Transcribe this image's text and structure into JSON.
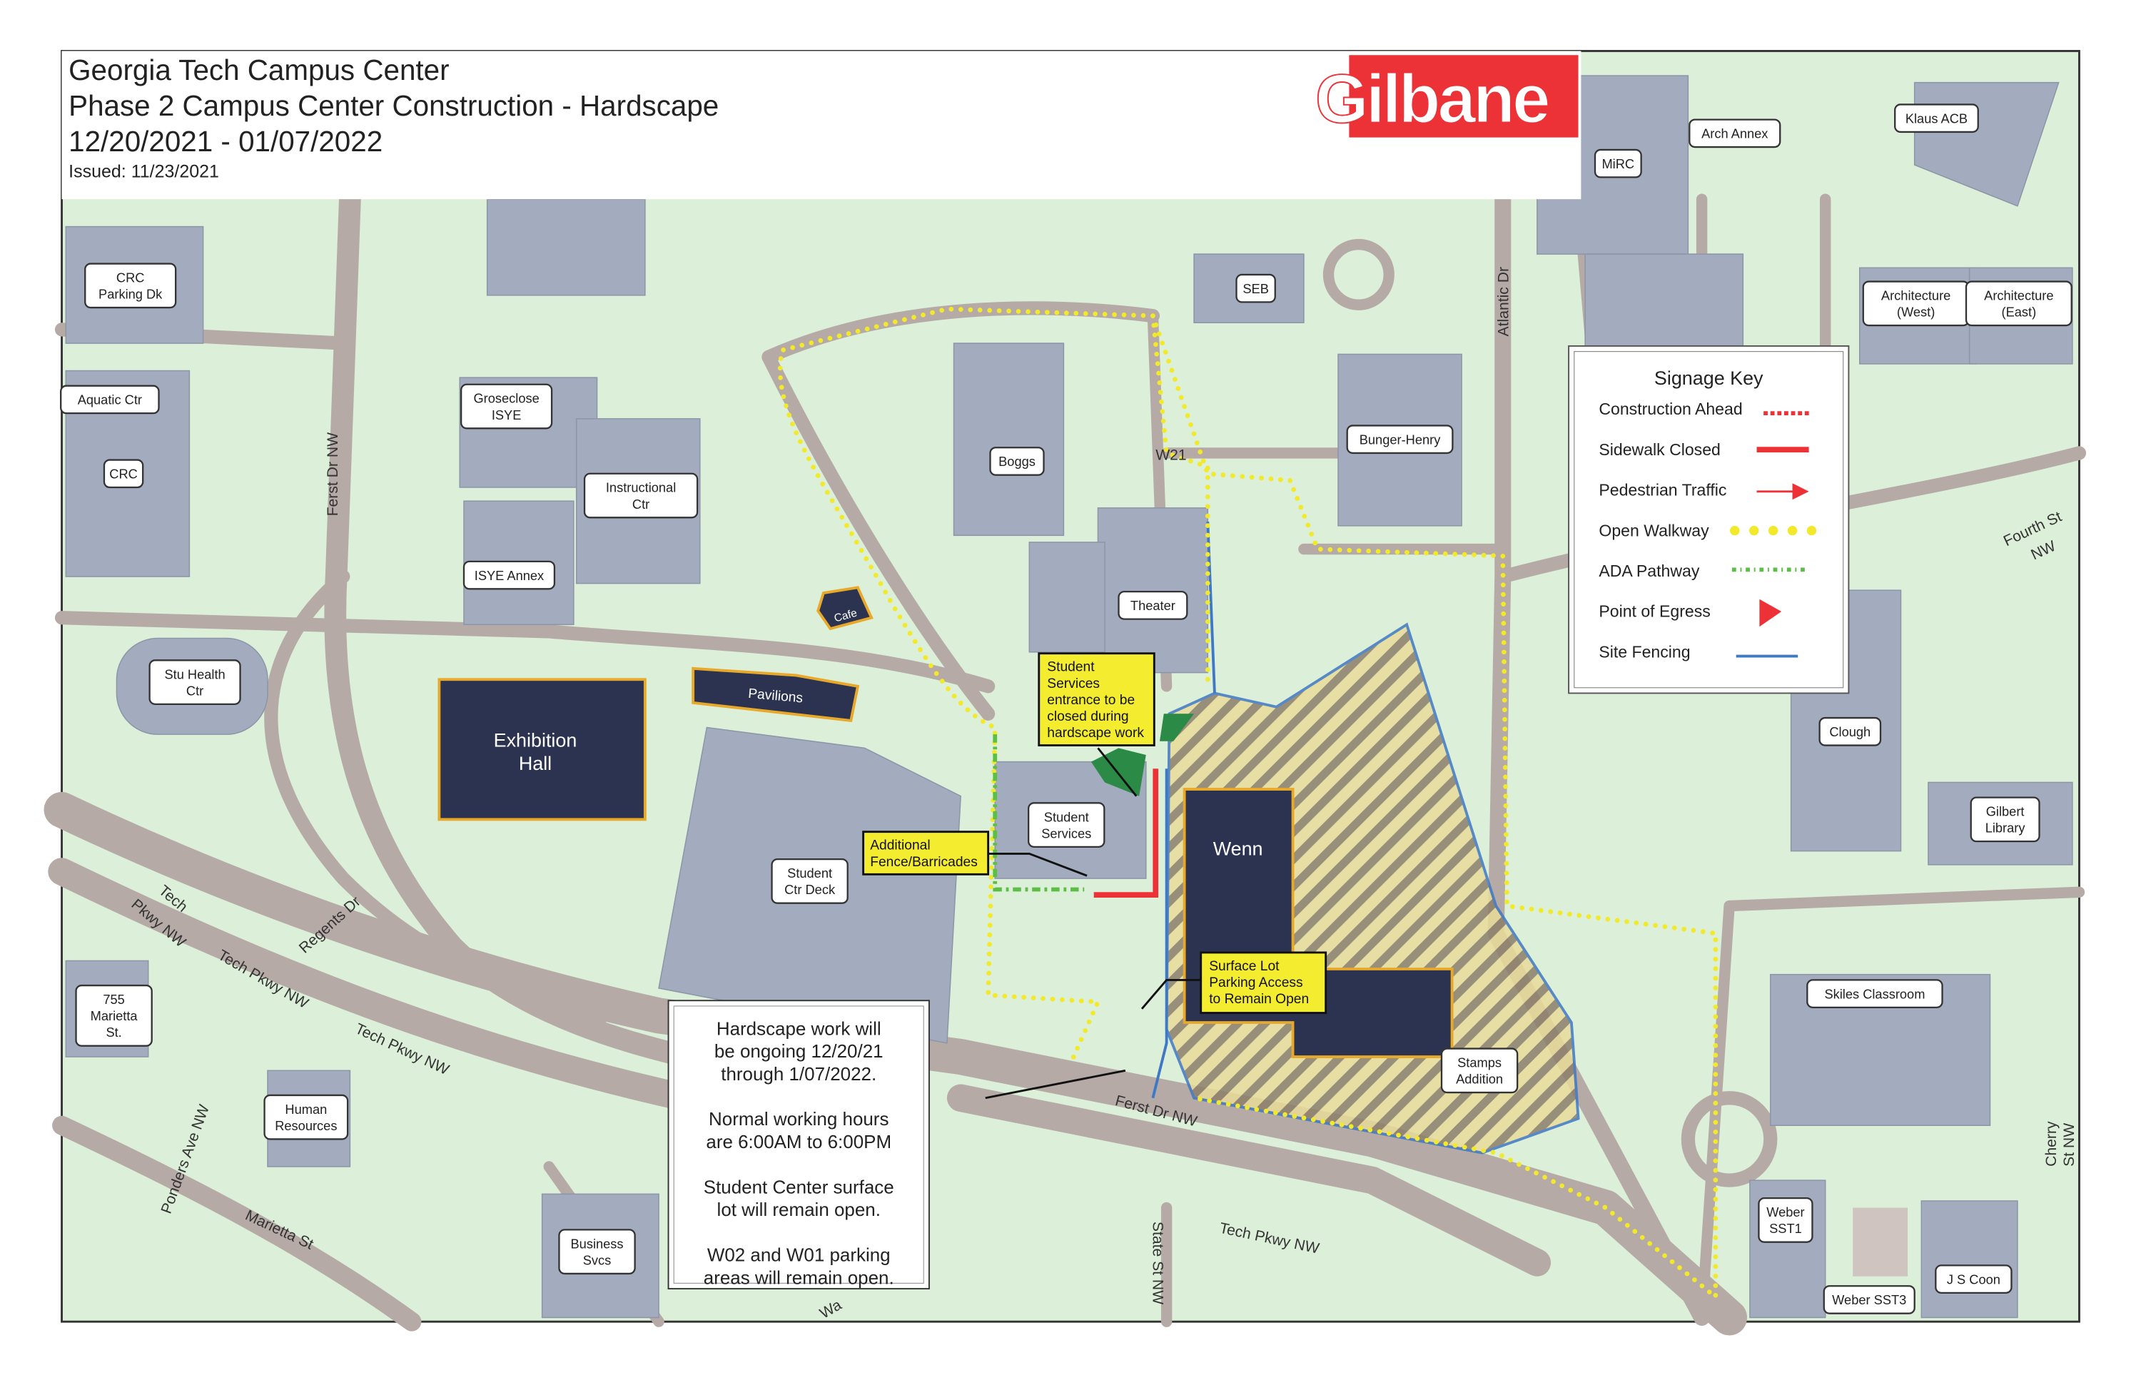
{
  "header": {
    "title": "Georgia Tech Campus Center",
    "subtitle": "Phase 2 Campus Center Construction - Hardscape",
    "dates": "12/20/2021 - 01/07/2022",
    "issued": "Issued: 11/23/2021",
    "logo": "Gilbane",
    "logo_color": "#ed3237"
  },
  "buildings": [
    {
      "name": "CRC Parking Dk",
      "lines": [
        "CRC",
        "Parking Dk"
      ]
    },
    {
      "name": "Aquatic Ctr",
      "lines": [
        "Aquatic Ctr"
      ]
    },
    {
      "name": "CRC",
      "lines": [
        "CRC"
      ]
    },
    {
      "name": "Groseclose ISYE",
      "lines": [
        "Groseclose",
        "ISYE"
      ]
    },
    {
      "name": "Instructional Ctr",
      "lines": [
        "Instructional",
        "Ctr"
      ]
    },
    {
      "name": "ISYE Annex",
      "lines": [
        "ISYE Annex"
      ]
    },
    {
      "name": "Stu Health Ctr",
      "lines": [
        "Stu Health",
        "Ctr"
      ]
    },
    {
      "name": "Student Ctr Deck",
      "lines": [
        "Student",
        "Ctr Deck"
      ]
    },
    {
      "name": "Boggs",
      "lines": [
        "Boggs"
      ]
    },
    {
      "name": "SEB",
      "lines": [
        "SEB"
      ]
    },
    {
      "name": "Bunger-Henry",
      "lines": [
        "Bunger-Henry"
      ]
    },
    {
      "name": "Theater",
      "lines": [
        "Theater"
      ]
    },
    {
      "name": "Student Services",
      "lines": [
        "Student",
        "Services"
      ]
    },
    {
      "name": "Stamps Addition",
      "lines": [
        "Stamps",
        "Addition"
      ]
    },
    {
      "name": "MiRC",
      "lines": [
        "MiRC"
      ]
    },
    {
      "name": "Arch Annex",
      "lines": [
        "Arch Annex"
      ]
    },
    {
      "name": "Klaus ACB",
      "lines": [
        "Klaus ACB"
      ]
    },
    {
      "name": "Architecture (West)",
      "lines": [
        "Architecture",
        "(West)"
      ]
    },
    {
      "name": "Architecture (East)",
      "lines": [
        "Architecture",
        "(East)"
      ]
    },
    {
      "name": "Clough",
      "lines": [
        "Clough"
      ]
    },
    {
      "name": "Gilbert Library",
      "lines": [
        "Gilbert",
        "Library"
      ]
    },
    {
      "name": "Skiles Classroom",
      "lines": [
        "Skiles Classroom"
      ]
    },
    {
      "name": "Weber SST1",
      "lines": [
        "Weber",
        "SST1"
      ]
    },
    {
      "name": "Weber SST3",
      "lines": [
        "Weber SST3"
      ]
    },
    {
      "name": "J S Coon",
      "lines": [
        "J S Coon"
      ]
    },
    {
      "name": "755 Marietta St.",
      "lines": [
        "755",
        "Marietta",
        "St."
      ]
    },
    {
      "name": "Human Resources",
      "lines": [
        "Human",
        "Resources"
      ]
    },
    {
      "name": "Business Svcs",
      "lines": [
        "Business",
        "Svcs"
      ]
    }
  ],
  "dark_buildings": {
    "exhibition": [
      "Exhibition",
      "Hall"
    ],
    "pavilions": "Pavilions",
    "cafe": "Cafe",
    "wenn": "Wenn"
  },
  "streets": {
    "ferst_west": "Ferst Dr NW",
    "atlantic": "Atlantic Dr",
    "fourth": [
      "Fourth St",
      "NW"
    ],
    "tech1": [
      "Tech",
      "Pkwy NW"
    ],
    "tech2": "Tech Pkwy NW",
    "tech3": "Tech Pkwy NW",
    "regents": "Regents Dr",
    "ponders": "Ponders Ave NW",
    "marietta": "Marietta St",
    "ferst_south": "Ferst Dr NW",
    "state": "State St NW",
    "tech4": "Tech Pkwy NW",
    "cherry": [
      "Cherry",
      "St NW"
    ],
    "w21": "W21",
    "wa": "Wa"
  },
  "callouts": {
    "student_services": [
      "Student",
      "Services",
      "entrance to be",
      "closed during",
      "hardscape work"
    ],
    "fence": [
      "Additional",
      "Fence/Barricades"
    ],
    "surface_lot": [
      "Surface Lot",
      "Parking Access",
      "to Remain Open"
    ]
  },
  "note": {
    "lines": [
      "Hardscape work will",
      "be ongoing 12/20/21",
      "through 1/07/2022.",
      "",
      "Normal working hours",
      "are 6:00AM to 6:00PM",
      "",
      "Student Center surface",
      "lot will remain open.",
      "",
      "W02 and W01 parking",
      "areas will remain open."
    ]
  },
  "signage_key": {
    "title": "Signage Key",
    "items": [
      {
        "label": "Construction Ahead",
        "symbol": "red-dotted-line",
        "color": "#ed3237"
      },
      {
        "label": "Sidewalk Closed",
        "symbol": "red-solid-line",
        "color": "#ed3237"
      },
      {
        "label": "Pedestrian Traffic",
        "symbol": "red-arrow",
        "color": "#ed3237"
      },
      {
        "label": "Open Walkway",
        "symbol": "yellow-dots",
        "color": "#f2e92a"
      },
      {
        "label": "ADA Pathway",
        "symbol": "green-dash-dot",
        "color": "#5cbf45"
      },
      {
        "label": "Point of Egress",
        "symbol": "red-triangle",
        "color": "#ed3237"
      },
      {
        "label": "Site Fencing",
        "symbol": "blue-line",
        "color": "#3f78c4"
      }
    ]
  },
  "colors": {
    "grass": "#dcefd8",
    "road": "#b5aaa6",
    "building": "#a3acbf",
    "highlight_building": "#2c3350",
    "callout": "#f4ec2e",
    "hatch": "#e9dc9a"
  }
}
